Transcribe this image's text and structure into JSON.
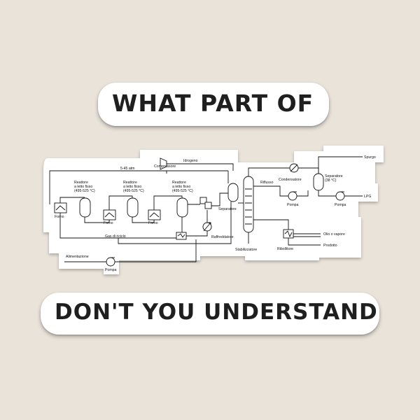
{
  "headline_top": "WHAT PART OF",
  "headline_bottom": "DON'T YOU UNDERSTAND",
  "diagram": {
    "pressure": "5-45 atm",
    "compressor": "Compressore",
    "hydrogen": "Idrogeno",
    "purge": "Spurgo",
    "reactor1": [
      "Reattore",
      "a letto fisso",
      "(495-525 °C)"
    ],
    "reactor2": [
      "Reattore",
      "a letto fisso",
      "(495-525 °C)"
    ],
    "reactor3": [
      "Reattore",
      "a letto fisso",
      "(495-525 °C)"
    ],
    "furnace1": "Forno",
    "furnace2": "Forno",
    "furnace3": "Forno",
    "separator1": "Separatore",
    "reflux": "Riflusso",
    "condenser": "Condensatore",
    "separator2": [
      "Separatore",
      "(38 °C)"
    ],
    "lpg": "LPG",
    "pump1": "Pompa",
    "pump2": "Pompa",
    "cooler": "Raffreddatore",
    "recycle_gas": "Gas di riciclo",
    "oil_steam": "Olio o vapore",
    "stabilizer": "Stabilizzatore",
    "reboiler": "Ribollitore",
    "products": "Prodotto",
    "feed": "Alimentazione",
    "feed_pump": "Pompa"
  }
}
